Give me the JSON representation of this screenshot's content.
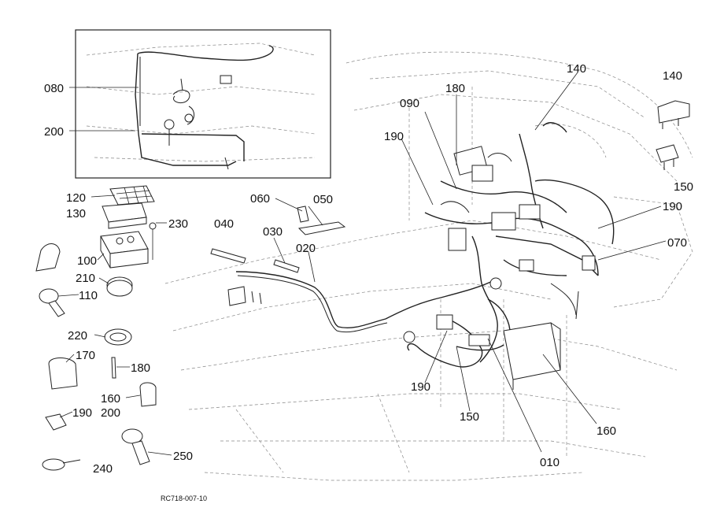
{
  "labels": {
    "l080": "080",
    "l200a": "200",
    "l120": "120",
    "l130": "130",
    "l230": "230",
    "l100": "100",
    "l210": "210",
    "l110": "110",
    "l220": "220",
    "l170": "170",
    "l180a": "180",
    "l160a": "160",
    "l200b": "200",
    "l190a": "190",
    "l250": "250",
    "l240": "240",
    "l040": "040",
    "l060": "060",
    "l050": "050",
    "l030": "030",
    "l020": "020",
    "l090": "090",
    "l180b": "180",
    "l140a": "140",
    "l190b": "190",
    "l140b": "140",
    "l150a": "150",
    "l190c": "190",
    "l070": "070",
    "l190d": "190",
    "l150b": "150",
    "l010": "010",
    "l160b": "160"
  },
  "footer_code": "RC718-007-10"
}
